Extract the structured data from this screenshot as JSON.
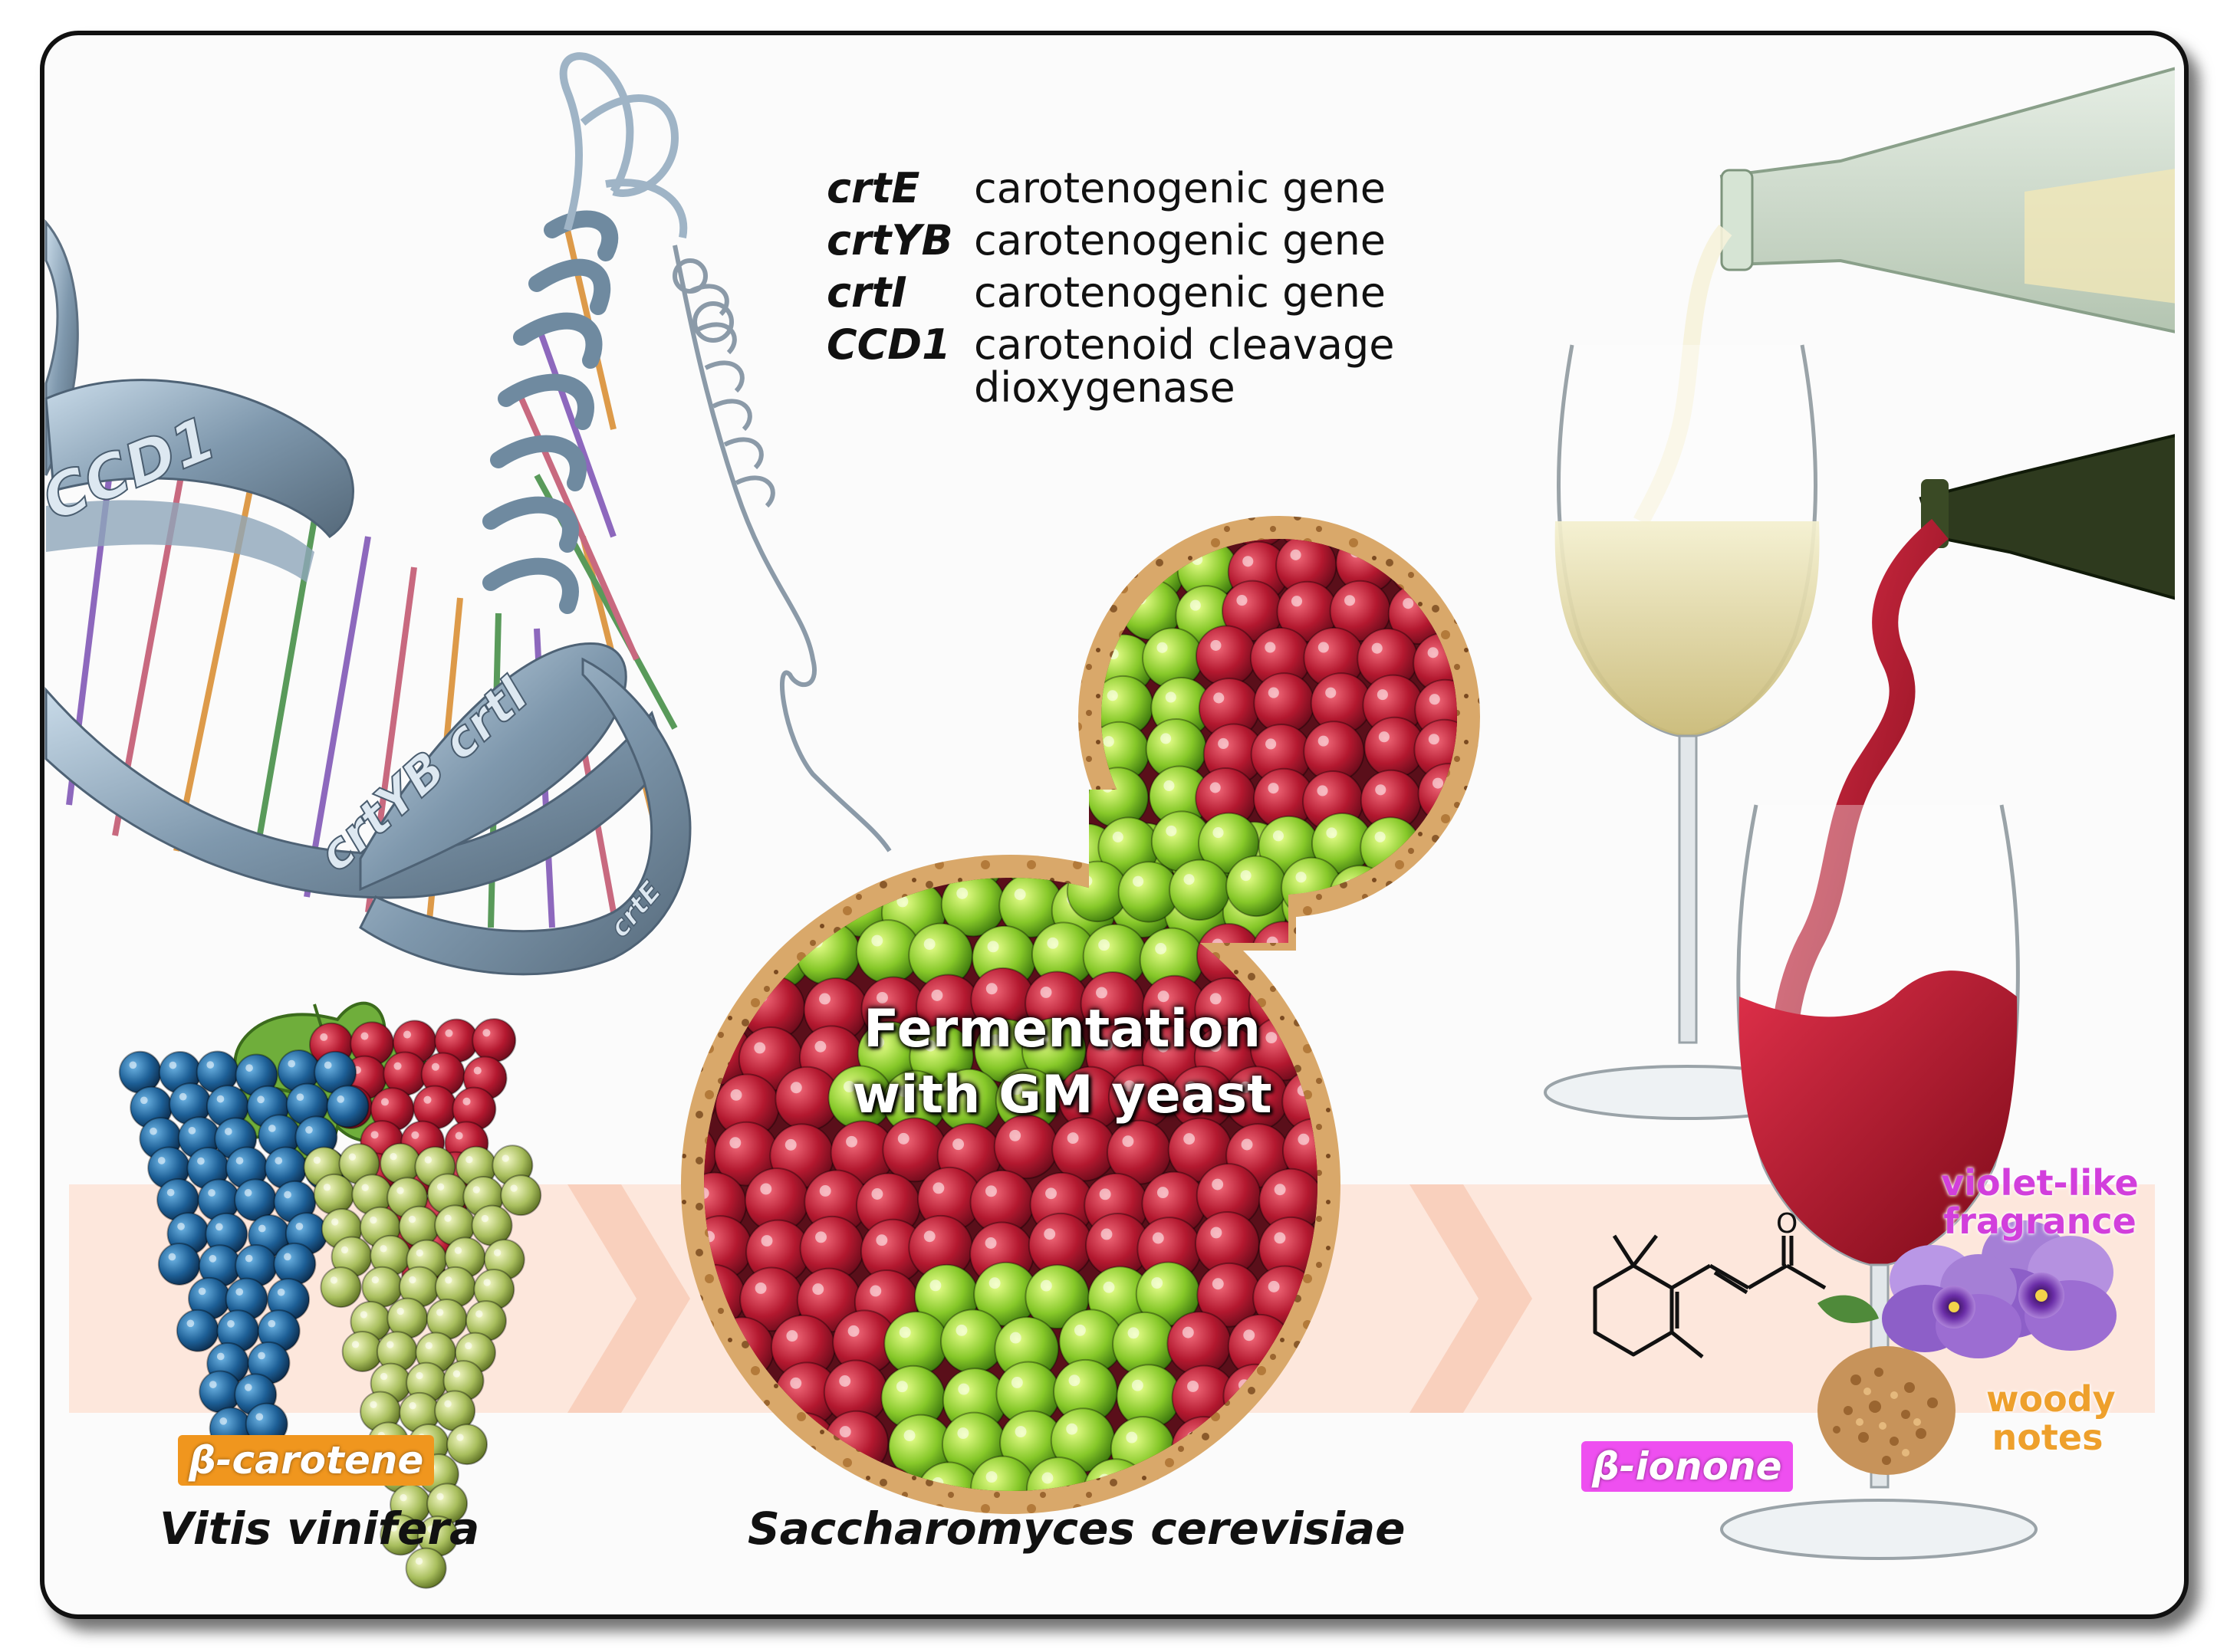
{
  "genes": [
    {
      "symbol": "crtE",
      "description": "carotenogenic gene"
    },
    {
      "symbol": "crtYB",
      "description": "carotenogenic gene"
    },
    {
      "symbol": "crtI",
      "description": "carotenogenic gene"
    },
    {
      "symbol": "CCD1",
      "description": "carotenoid cleavage dioxygenase"
    }
  ],
  "ribbon_labels": {
    "ccd1": "CCD1",
    "crtyb_crti": "crtYB crtI",
    "crte": "crtE"
  },
  "process": {
    "fermentation": "Fermentation with GM yeast"
  },
  "tags": {
    "beta_carotene": "β-carotene",
    "beta_ionone": "β-ionone"
  },
  "species": {
    "grape": "Vitis vinifera",
    "yeast": "Saccharomyces cerevisiae"
  },
  "aromas": {
    "violet": "violet-like fragrance",
    "woody": "woody notes"
  },
  "colors": {
    "beta_carotene_tag": "#f0961e",
    "beta_ionone_tag": "#ee4ff0",
    "violet_text": "#d23fdc",
    "woody_text": "#eea02c",
    "arrow_band": "#fde7dc"
  }
}
